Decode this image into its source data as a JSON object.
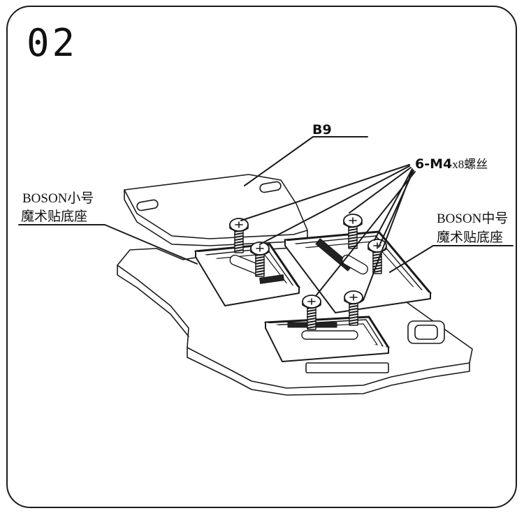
{
  "step": "02",
  "labels": {
    "part": "B9",
    "screw_code": "6-M4",
    "screw_desc": "x8螺丝",
    "small_base_line1": "BOSON小号",
    "small_base_line2": "魔术贴底座",
    "medium_base_line1": "BOSON中号",
    "medium_base_line2": "魔术贴底座"
  },
  "icons": {
    "screw": "screw-icon",
    "plate": "mounting-plate-icon"
  }
}
